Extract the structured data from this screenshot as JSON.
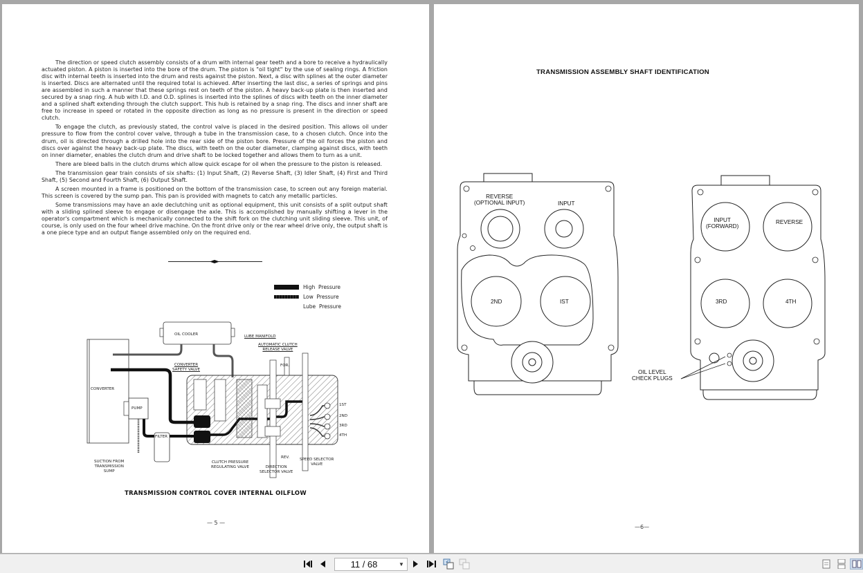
{
  "viewer": {
    "current_page": "11 / 68",
    "toolbar": {
      "first_page": "first-page",
      "prev_page": "previous-page",
      "next_page": "next-page",
      "last_page": "last-page",
      "view_single": "single-page-view",
      "view_continuous": "continuous-view",
      "view_facing": "facing-pages-view"
    }
  },
  "left_page": {
    "paragraphs": [
      "The direction or speed clutch assembly consists of a drum with internal gear teeth and a bore to receive a hydraulically actuated piston. A piston is inserted into the bore of the drum. The piston is \"oil tight\" by the use of sealing rings. A friction disc with internal teeth is inserted into the drum and rests against the piston. Next, a disc with splines at the outer diameter is inserted. Discs are alternated until the required total is achieved. After inserting the last disc, a series of springs and pins are assembled in such a manner that these springs rest on teeth of the piston. A heavy back-up plate is then inserted and secured by a snap ring. A hub with I.D. and O.D. splines is inserted into the splines of discs with teeth on the inner diameter and a splined shaft extending through the clutch support. This hub is retained by a snap ring. The discs and inner shaft are free to increase in speed or rotated in the opposite direction as long as no pressure is present in the direction or speed clutch.",
      "To engage the clutch, as previously stated, the control valve is placed in the desired position. This allows oil under pressure to flow from the control cover valve, through a tube in the transmission case, to a chosen clutch. Once into the drum, oil is directed through a drilled hole into the rear side of the piston bore. Pressure of the oil forces the piston and discs over against the heavy back-up plate. The discs, with teeth on the outer diameter, clamping against discs, with teeth on inner diameter, enables the clutch drum and drive shaft to be locked together and allows them to turn as a unit.",
      "There are bleed balls in the clutch drums which allow quick escape for oil when the pressure to the piston is released.",
      "The transmission gear train consists of six shafts: (1) Input Shaft, (2) Reverse Shaft, (3) Idler Shaft, (4) First and Third Shaft, (5) Second and Fourth Shaft, (6) Output Shaft.",
      "A screen mounted in a frame is positioned on the bottom of the transmission case, to screen out any foreign material. This screen is covered by the sump pan. This pan is provided with magnets to catch any metallic particles.",
      "Some transmissions may have an axle declutching unit as optional equipment, this unit consists of a split output shaft with a sliding splined sleeve to engage or disengage the axle. This is accomplished by manually shifting a lever in the operator's compartment which is mechanically connected to the shift fork on the clutching unit sliding sleeve. This unit, of course, is only used on the four wheel drive machine. On the front drive only or the rear wheel drive only, the output shaft is a one piece type and an output flange assembled only on the required end."
    ],
    "legend": [
      {
        "label": "High  Pressure",
        "style": "solid"
      },
      {
        "label": "Low  Pressure",
        "style": "hatched"
      },
      {
        "label": "Lube  Pressure",
        "style": "none"
      }
    ],
    "diagram_labels": {
      "oil_cooler": "OIL  COOLER",
      "lube_manifold": "LUBE MANIFOLD",
      "auto_clutch": "AUTOMATIC CLUTCH\nRELEASE VALVE",
      "converter_safety": "CONVERTER\nSAFETY VALVE",
      "for": "FOR.",
      "converter": "CONVERTER",
      "pump": "PUMP",
      "filter": "FILTER",
      "first": "1ST",
      "second": "2ND",
      "third": "3RD",
      "fourth": "4TH",
      "suction": "SUCTION FROM\nTRANSMISSION\nSUMP",
      "clutch_pressure": "CLUTCH PRESSURE\nREGULATING VALVE",
      "rev": "REV.",
      "direction_selector": "DIRECTION\nSELECTOR VALVE",
      "speed_selector": "SPEED SELECTOR\nVALVE"
    },
    "caption": "TRANSMISSION CONTROL COVER INTERNAL OILFLOW",
    "page_number": "— 5 —"
  },
  "right_page": {
    "title": "TRANSMISSION ASSEMBLY SHAFT IDENTIFICATION",
    "left_housing": {
      "reverse": "REVERSE\n(OPTIONAL INPUT)",
      "input": "INPUT",
      "second": "2ND",
      "first": "IST"
    },
    "right_housing": {
      "input_forward": "INPUT\n(FORWARD)",
      "reverse": "REVERSE",
      "third": "3RD",
      "fourth": "4TH",
      "oil_level": "OIL LEVEL\nCHECK PLUGS"
    },
    "page_number": "—6—"
  }
}
